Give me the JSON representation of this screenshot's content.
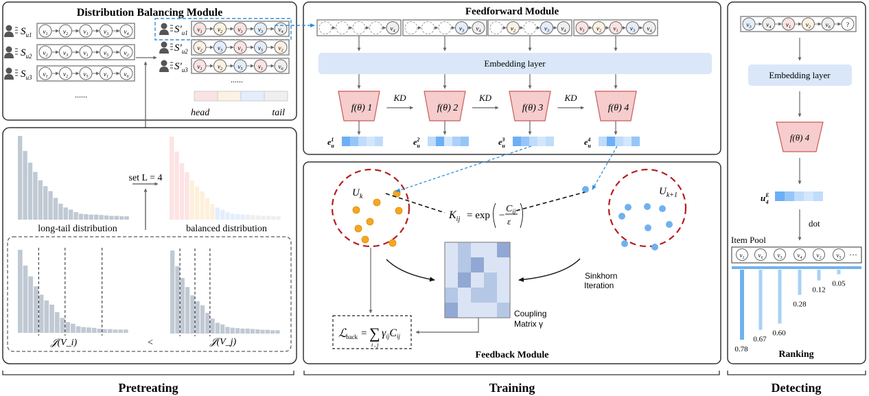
{
  "colors": {
    "head": "#fbe3e3",
    "mid_head": "#fcf1e3",
    "mid_tail": "#e4edfb",
    "tail": "#efefef",
    "embedding_fill": "#d9e7f8",
    "model_fill": "#f6cccc",
    "model_stroke": "#c85a5a",
    "bar_gray": "#c0c9d3",
    "orange_dot": "#f5a623",
    "blue_dot": "#6fb1f0",
    "red_dash": "#b71c1c",
    "blue_dash": "#2f8fd8",
    "matrix_light": "#dbe4f4",
    "matrix_mid": "#b4c8e6",
    "matrix_dark": "#92a8d4"
  },
  "pretreating": {
    "section_label": "Pretreating",
    "dbm": {
      "title": "Distribution Balancing Module",
      "original_sequences": [
        {
          "label": "S",
          "sub": "u1",
          "items": [
            "v1",
            "v2",
            "v1",
            "v3",
            "v4"
          ]
        },
        {
          "label": "S",
          "sub": "u2",
          "items": [
            "v2",
            "v3",
            "v1",
            "v5",
            "v2"
          ]
        },
        {
          "label": "S",
          "sub": "u3",
          "items": [
            "v1",
            "v2",
            "v5",
            "v1",
            "v6"
          ]
        }
      ],
      "balanced_sequences": [
        {
          "label": "S'",
          "sub": "u1",
          "items": [
            "v1",
            "v2",
            "v1",
            "v3",
            "v4"
          ],
          "groups": [
            "head",
            "mid_head",
            "head",
            "mid_tail",
            "tail"
          ]
        },
        {
          "label": "S'",
          "sub": "u2",
          "items": [
            "v2",
            "v3",
            "v1",
            "v5",
            "v2"
          ],
          "groups": [
            "mid_head",
            "mid_tail",
            "head",
            "mid_tail",
            "mid_head"
          ]
        },
        {
          "label": "S'",
          "sub": "u3",
          "items": [
            "v1",
            "v2",
            "v5",
            "v1",
            "v6"
          ],
          "groups": [
            "head",
            "mid_head",
            "mid_tail",
            "head",
            "tail"
          ]
        }
      ],
      "ellipsis": "......",
      "legend_head": "head",
      "legend_tail": "tail"
    },
    "long_tail_label": "long-tail distribution",
    "balanced_label": "balanced distribution",
    "set_L_label": "set L = 4",
    "long_tail_bars": [
      1.0,
      0.82,
      0.68,
      0.57,
      0.47,
      0.4,
      0.34,
      0.26,
      0.19,
      0.145,
      0.12,
      0.09,
      0.07,
      0.065,
      0.06,
      0.06,
      0.055,
      0.05,
      0.045,
      0.045,
      0.04,
      0.04
    ],
    "balanced_bar_groups": [
      "head",
      "head",
      "head",
      "head",
      "mid_head",
      "mid_head",
      "mid_head",
      "mid_head",
      "mid_head",
      "mid_tail",
      "mid_tail",
      "mid_tail",
      "mid_tail",
      "mid_tail",
      "mid_tail",
      "tail",
      "tail",
      "tail",
      "tail",
      "tail",
      "tail",
      "tail"
    ],
    "jv_i_label": "𝒥(V_i)",
    "jv_j_label": "𝒥(V_j)",
    "compare_symbol": "<",
    "jv_i_bars": [
      1.0,
      0.81,
      0.68,
      0.56,
      0.46,
      0.39,
      0.34,
      0.25,
      0.18,
      0.13,
      0.11,
      0.08,
      0.07,
      0.065,
      0.06,
      0.05,
      0.045,
      0.045,
      0.04,
      0.04,
      0.04
    ],
    "jv_j_bars": [
      1.0,
      0.81,
      0.67,
      0.56,
      0.46,
      0.39,
      0.34,
      0.25,
      0.18,
      0.13,
      0.11,
      0.08,
      0.07,
      0.065,
      0.06,
      0.06,
      0.055,
      0.05,
      0.045,
      0.045,
      0.04,
      0.04
    ],
    "jv_i_splits": [
      4,
      9,
      16
    ],
    "jv_j_splits": [
      2,
      5,
      8
    ]
  },
  "training": {
    "section_label": "Training",
    "feedforward": {
      "title": "Feedforward Module",
      "input_sequences": [
        {
          "items": [
            "",
            "",
            "",
            "",
            "v4"
          ],
          "groups": [
            "empty",
            "empty",
            "empty",
            "empty",
            "tail"
          ]
        },
        {
          "items": [
            "",
            "",
            "",
            "v3",
            "v4"
          ],
          "groups": [
            "empty",
            "empty",
            "empty",
            "mid_tail",
            "tail"
          ]
        },
        {
          "items": [
            "",
            "v2",
            "",
            "v3",
            "v4"
          ],
          "groups": [
            "empty",
            "mid_head",
            "empty",
            "mid_tail",
            "tail"
          ]
        },
        {
          "items": [
            "v1",
            "v2",
            "v1",
            "v3",
            "v4"
          ],
          "groups": [
            "head",
            "mid_head",
            "head",
            "mid_tail",
            "tail"
          ]
        }
      ],
      "embedding_label": "Embedding layer",
      "models": [
        "f(θ) 1",
        "f(θ) 2",
        "f(θ) 3",
        "f(θ) 4"
      ],
      "kd_label": "KD",
      "embeddings": [
        {
          "label": "e",
          "sup": "1",
          "sub": "u",
          "cells": [
            0.9,
            0.6,
            0.3,
            0.15,
            0.3
          ]
        },
        {
          "label": "e",
          "sup": "2",
          "sub": "u",
          "cells": [
            0.3,
            0.9,
            0.15,
            0.45,
            0.6
          ]
        },
        {
          "label": "e",
          "sup": "3",
          "sub": "u",
          "cells": [
            0.9,
            0.6,
            0.3,
            0.15,
            0.3
          ]
        },
        {
          "label": "e",
          "sup": "4",
          "sub": "u",
          "cells": [
            0.3,
            0.9,
            0.3,
            0.15,
            0.6
          ]
        }
      ]
    },
    "feedback": {
      "title": "Feedback Module",
      "uk_label": "U_k",
      "uk1_label": "U_k+1",
      "kernel_formula": "K_ij = exp(−C_ij / ε)",
      "sinkhorn_label_1": "Sinkhorn",
      "sinkhorn_label_2": "Iteration",
      "coupling_label_1": "Coupling",
      "coupling_label_2": "Matrix  γ",
      "loss_formula": "ℒ_back = Σ_{i,j} γ_ij C_ij",
      "coupling_matrix": [
        [
          "L",
          "M",
          "L",
          "L",
          "D"
        ],
        [
          "L",
          "M",
          "D",
          "L",
          "L"
        ],
        [
          "L",
          "D",
          "L",
          "M",
          "L"
        ],
        [
          "M",
          "L",
          "M",
          "M",
          "L"
        ],
        [
          "D",
          "L",
          "L",
          "L",
          "M"
        ]
      ]
    }
  },
  "detecting": {
    "section_label": "Detecting",
    "query_sequence": {
      "items": [
        "v3",
        "v4",
        "v1",
        "v2",
        "v6",
        "?"
      ],
      "groups": [
        "mid_tail",
        "tail",
        "head",
        "mid_head",
        "tail",
        "none"
      ]
    },
    "embedding_label": "Embedding layer",
    "model_label": "f(θ) 4",
    "user_embedding": {
      "label": "u",
      "sup": "E",
      "sub": "4",
      "cells": [
        0.9,
        0.6,
        0.3,
        0.15,
        0.3
      ]
    },
    "dot_label": "dot",
    "item_pool_label": "Item Pool",
    "item_pool": [
      "v1",
      "v6",
      "v3",
      "v4",
      "v2",
      "v5"
    ],
    "item_pool_more": "···",
    "ranking_title": "Ranking",
    "scores": [
      0.78,
      0.67,
      0.6,
      0.28,
      0.12,
      0.05
    ],
    "score_labels": [
      "0.78",
      "0.67",
      "0.60",
      "0.28",
      "0.12",
      "0.05"
    ]
  }
}
